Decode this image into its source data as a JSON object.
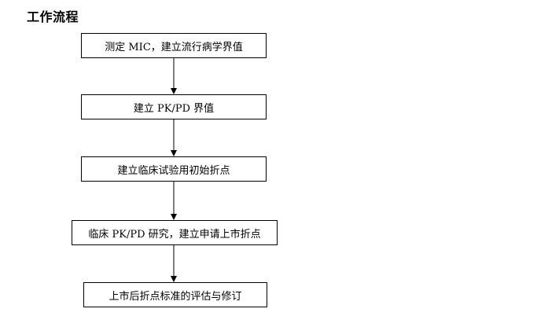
{
  "title": "工作流程",
  "steps": [
    "测定 MIC，建立流行病学界值",
    "建立 PK/PD 界值",
    "建立临床试验用初始折点",
    "临床 PK/PD 研究，建立申请上市折点",
    "上市后折点标准的评估与修订"
  ],
  "colors": {
    "stroke": "#000000",
    "background": "#ffffff"
  }
}
